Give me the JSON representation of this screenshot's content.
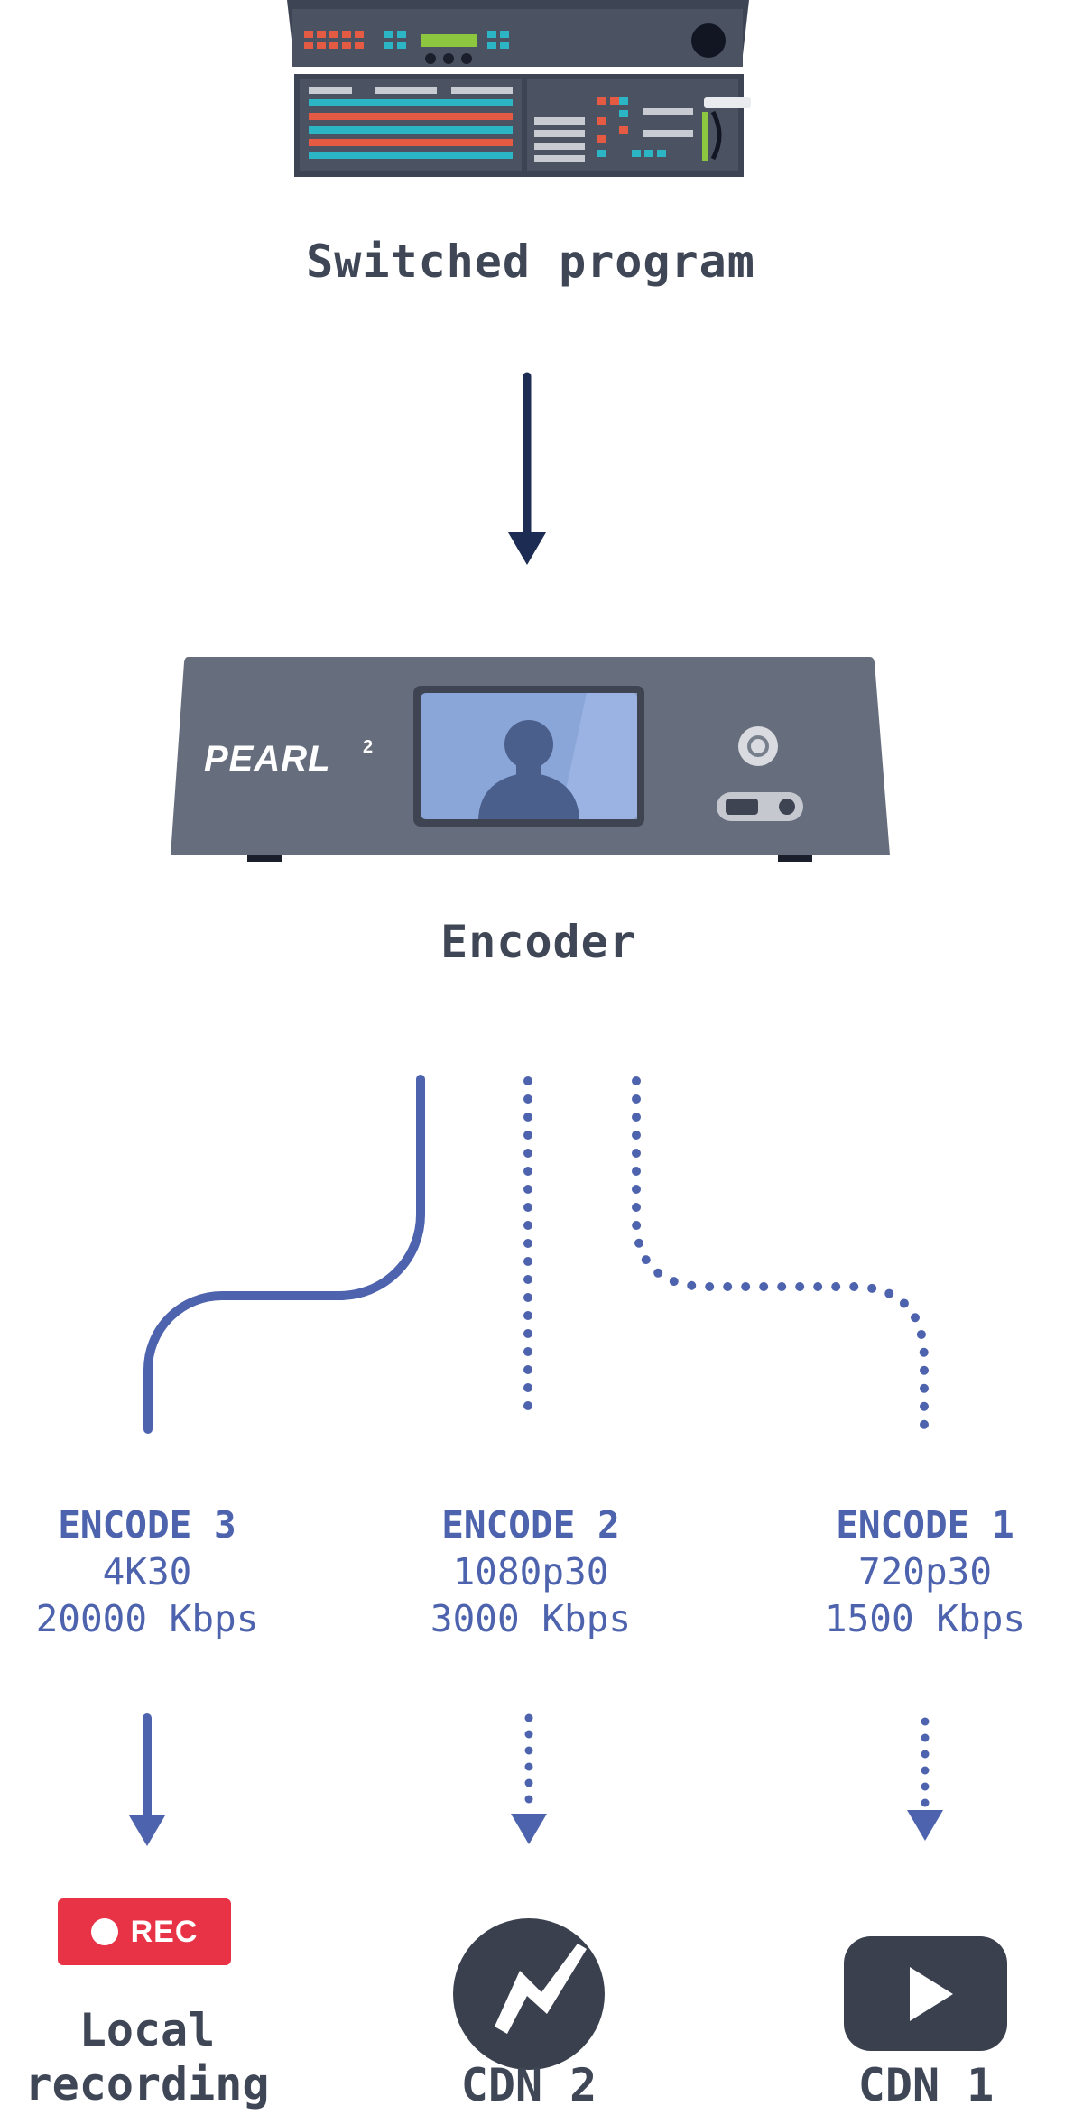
{
  "header": {
    "switcher_label": "Switched program",
    "encoder_label": "Encoder",
    "encoder_brand": "PEARL",
    "encoder_brand_sup": "2"
  },
  "encodes": [
    {
      "title": "ENCODE 3",
      "resolution": "4K30",
      "bitrate": "20000 Kbps"
    },
    {
      "title": "ENCODE 2",
      "resolution": "1080p30",
      "bitrate": "3000 Kbps"
    },
    {
      "title": "ENCODE 1",
      "resolution": "720p30",
      "bitrate": "1500 Kbps"
    }
  ],
  "destinations": [
    {
      "label_line1": "Local",
      "label_line2": "recording",
      "badge": "REC",
      "icon": "rec-badge-icon"
    },
    {
      "label": "CDN 2",
      "icon": "cdn-bolt-logo-icon"
    },
    {
      "label": "CDN 1",
      "icon": "youtube-play-icon"
    }
  ],
  "colors": {
    "dark_arrow": "#1d2c52",
    "flow_blue": "#4e63ad",
    "text_dark": "#3f4756",
    "rec_red": "#e83346",
    "device_gray": "#666d7c"
  }
}
